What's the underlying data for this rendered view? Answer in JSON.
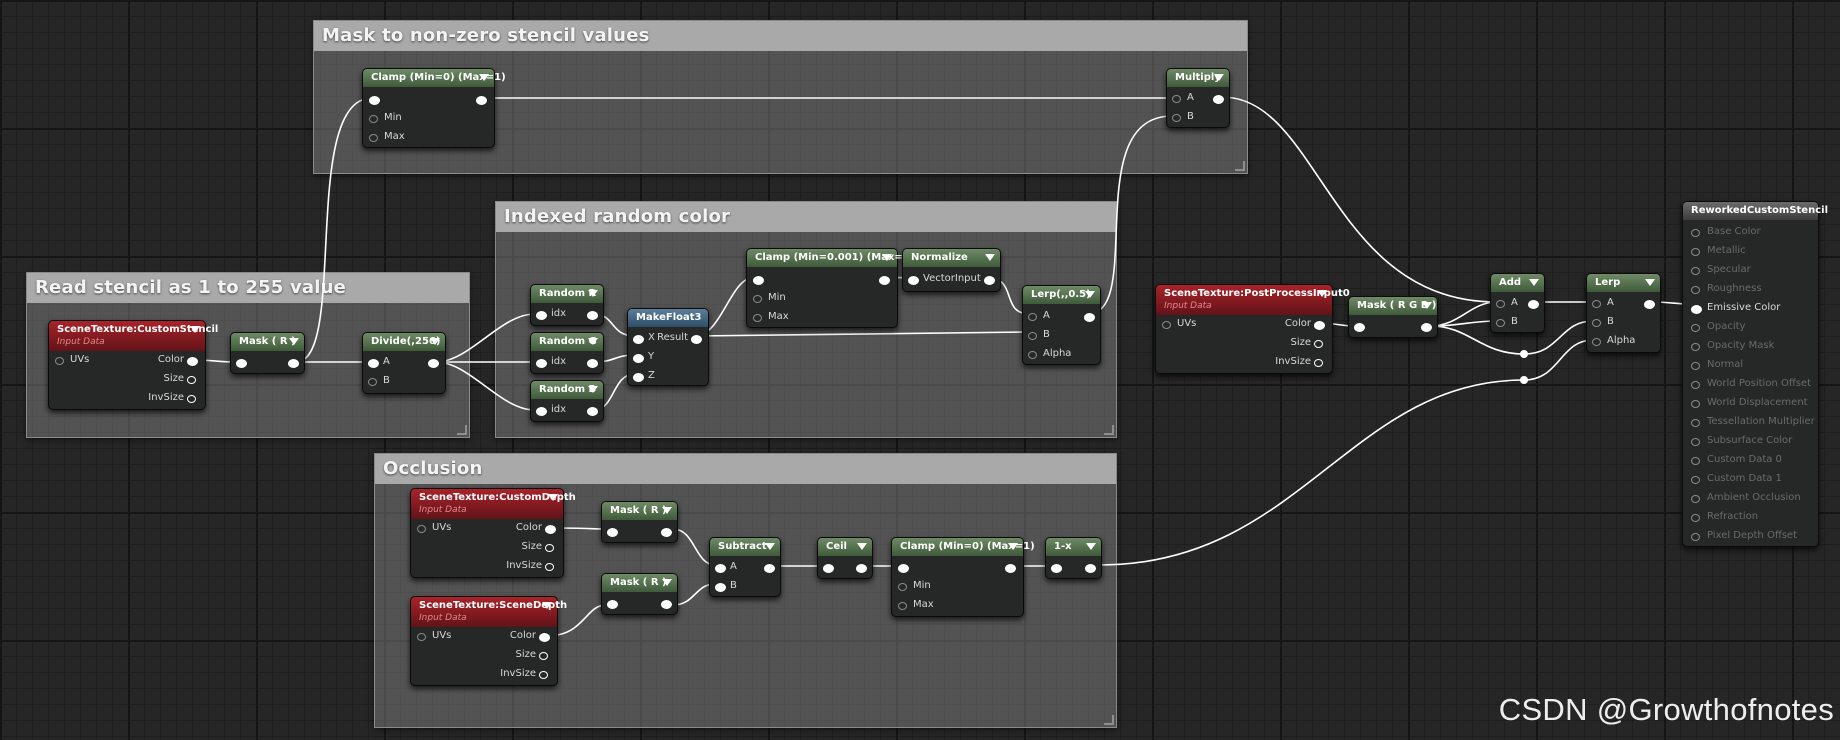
{
  "comments": {
    "mask": "Mask to non-zero stencil values",
    "random": "Indexed random color",
    "read": "Read stencil as 1 to 255 value",
    "occlusion": "Occlusion"
  },
  "nodes": {
    "clamp_top": {
      "title": "Clamp (Min=0) (Max=1)",
      "pins": [
        "Min",
        "Max"
      ]
    },
    "multiply": {
      "title": "Multiply",
      "pins": [
        "A",
        "B"
      ]
    },
    "custom_stencil": {
      "title": "SceneTexture:CustomStencil",
      "subtitle": "Input Data",
      "pins": [
        "UVs",
        "Color",
        "Size",
        "InvSize"
      ]
    },
    "mask_r_1": {
      "title": "Mask ( R )"
    },
    "divide": {
      "title": "Divide(,256)",
      "pins": [
        "A",
        "B"
      ]
    },
    "random_r": {
      "title": "Random R",
      "pin": "idx"
    },
    "random_g": {
      "title": "Random G",
      "pin": "idx"
    },
    "random_b": {
      "title": "Random B",
      "pin": "idx"
    },
    "makefloat3": {
      "title": "MakeFloat3",
      "pins": [
        "X",
        "Y",
        "Z",
        "Result"
      ]
    },
    "clamp_mid": {
      "title": "Clamp (Min=0.001) (Max=1)",
      "pins": [
        "Min",
        "Max"
      ]
    },
    "normalize": {
      "title": "Normalize",
      "pin": "VectorInput"
    },
    "lerp_small": {
      "title": "Lerp(,,0.5)",
      "pins": [
        "A",
        "B",
        "Alpha"
      ]
    },
    "post_process": {
      "title": "SceneTexture:PostProcessInput0",
      "subtitle": "Input Data",
      "pins": [
        "UVs",
        "Color",
        "Size",
        "InvSize"
      ]
    },
    "mask_rgb": {
      "title": "Mask ( R G B )"
    },
    "add": {
      "title": "Add",
      "pins": [
        "A",
        "B"
      ]
    },
    "lerp": {
      "title": "Lerp",
      "pins": [
        "A",
        "B",
        "Alpha"
      ]
    },
    "custom_depth": {
      "title": "SceneTexture:CustomDepth",
      "subtitle": "Input Data",
      "pins": [
        "UVs",
        "Color",
        "Size",
        "InvSize"
      ]
    },
    "scene_depth": {
      "title": "SceneTexture:SceneDepth",
      "subtitle": "Input Data",
      "pins": [
        "UVs",
        "Color",
        "Size",
        "InvSize"
      ]
    },
    "mask_r_2": {
      "title": "Mask ( R )"
    },
    "mask_r_3": {
      "title": "Mask ( R )"
    },
    "subtract": {
      "title": "Subtract",
      "pins": [
        "A",
        "B"
      ]
    },
    "ceil": {
      "title": "Ceil"
    },
    "clamp_bottom": {
      "title": "Clamp (Min=0) (Max=1)",
      "pins": [
        "Min",
        "Max"
      ]
    },
    "one_minus": {
      "title": "1-x"
    }
  },
  "material_result": {
    "title": "ReworkedCustomStencil",
    "pins": [
      "Base Color",
      "Metallic",
      "Specular",
      "Roughness",
      "Emissive Color",
      "Opacity",
      "Opacity Mask",
      "Normal",
      "World Position Offset",
      "World Displacement",
      "Tessellation Multiplier",
      "Subsurface Color",
      "Custom Data 0",
      "Custom Data 1",
      "Ambient Occlusion",
      "Refraction",
      "Pixel Depth Offset"
    ],
    "active_index": 4
  },
  "watermark": "CSDN @Growthofnotes",
  "colors": {
    "function_header": "#4f6b4a",
    "texture_header": "#8c1c22",
    "make_header": "#46667f",
    "result_header": "#4a4a4a",
    "wire": "#ffffff",
    "comment_title": "#a9a9a9"
  }
}
